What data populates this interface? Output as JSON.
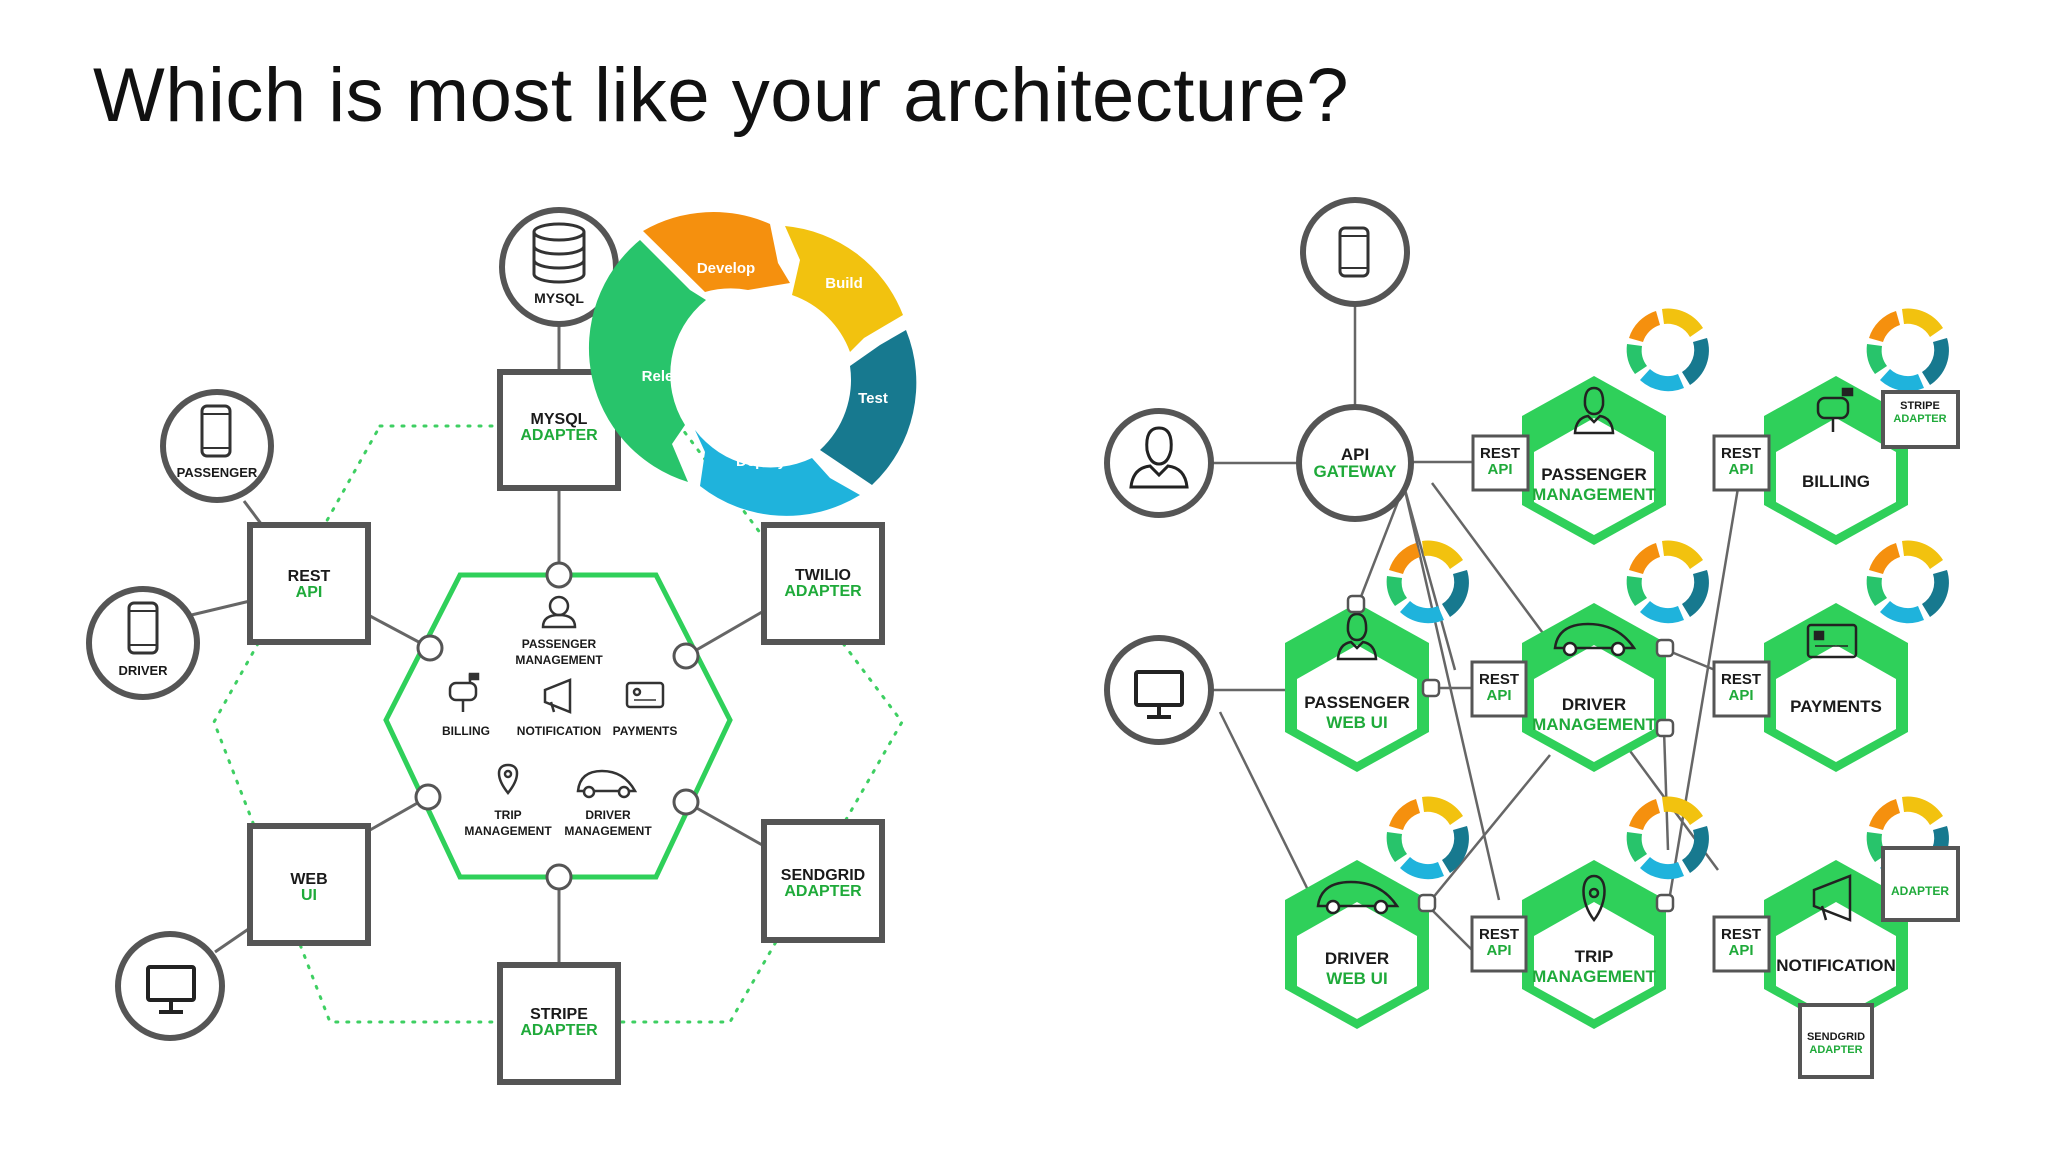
{
  "slide": {
    "title": "Which is most like your architecture?"
  },
  "colors": {
    "green": "#2fd05a",
    "green_text": "#1faa3a",
    "border": "#555555",
    "develop": "#f5900e",
    "build": "#f2c20f",
    "test": "#17798f",
    "deploy": "#1fb3dc",
    "release": "#28c46b"
  },
  "monolith": {
    "mysql": "MYSQL",
    "passenger": "PASSENGER",
    "driver": "DRIVER",
    "rest_api": {
      "line1": "REST",
      "line2": "API"
    },
    "mysql_adapter": {
      "line1": "MYSQL",
      "line2": "ADAPTER"
    },
    "twilio_adapter": {
      "line1": "TWILIO",
      "line2": "ADAPTER"
    },
    "web_ui": {
      "line1": "WEB",
      "line2": "UI"
    },
    "sendgrid_adapter": {
      "line1": "SENDGRID",
      "line2": "ADAPTER"
    },
    "stripe_adapter": {
      "line1": "STRIPE",
      "line2": "ADAPTER"
    },
    "modules": {
      "passenger_mgmt": {
        "line1": "PASSENGER",
        "line2": "MANAGEMENT"
      },
      "billing": "BILLING",
      "notification": "NOTIFICATION",
      "payments": "PAYMENTS",
      "trip_mgmt": {
        "line1": "TRIP",
        "line2": "MANAGEMENT"
      },
      "driver_mgmt": {
        "line1": "DRIVER",
        "line2": "MANAGEMENT"
      }
    },
    "lifecycle": [
      "Develop",
      "Build",
      "Test",
      "Deploy",
      "Release"
    ]
  },
  "microservices": {
    "api_gateway": {
      "line1": "API",
      "line2": "GATEWAY"
    },
    "rest_api": {
      "line1": "REST",
      "line2": "API"
    },
    "passenger_mgmt": {
      "line1": "PASSENGER",
      "line2": "MANAGEMENT"
    },
    "billing": "BILLING",
    "passenger_web_ui": {
      "line1": "PASSENGER",
      "line2": "WEB UI"
    },
    "driver_mgmt": {
      "line1": "DRIVER",
      "line2": "MANAGEMENT"
    },
    "payments": "PAYMENTS",
    "driver_web_ui": {
      "line1": "DRIVER",
      "line2": "WEB UI"
    },
    "trip_mgmt": {
      "line1": "TRIP",
      "line2": "MANAGEMENT"
    },
    "notification": "NOTIFICATION",
    "stripe_adapter": {
      "line1": "STRIPE",
      "line2": "ADAPTER"
    },
    "sendgrid_adapter": {
      "line1": "SENDGRID",
      "line2": "ADAPTER"
    },
    "adapter": "ADAPTER"
  }
}
